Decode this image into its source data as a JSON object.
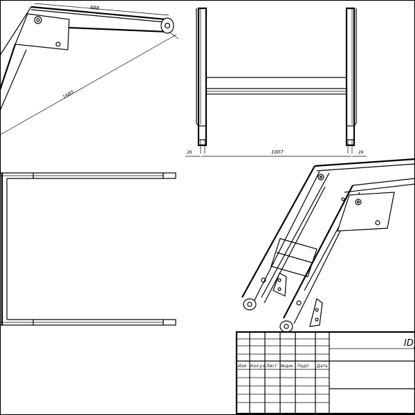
{
  "dimensions": {
    "top_length": "888",
    "diagonal_length": "1685",
    "span_width": "1007",
    "left_offset": "26",
    "right_offset": "26"
  },
  "title_block": {
    "designation": "ID_",
    "headers": [
      "Изм",
      "Кол.уч",
      "Лист",
      "№док",
      "Подп",
      "Дата"
    ]
  }
}
